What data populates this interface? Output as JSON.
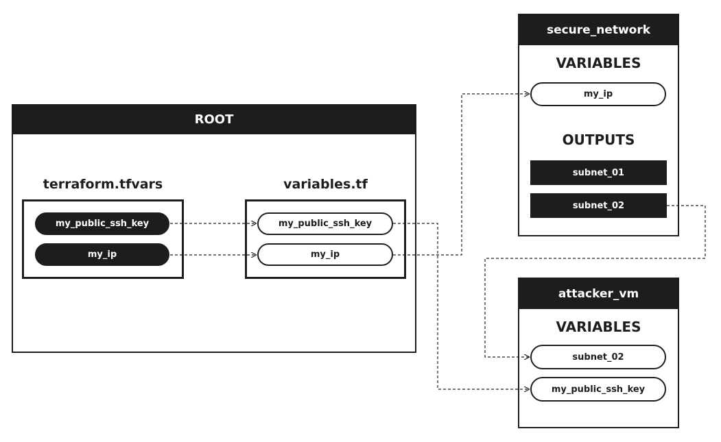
{
  "root": {
    "title": "ROOT",
    "tfvars": {
      "title": "terraform.tfvars",
      "items": [
        "my_public_ssh_key",
        "my_ip"
      ]
    },
    "variables": {
      "title": "variables.tf",
      "items": [
        "my_public_ssh_key",
        "my_ip"
      ]
    }
  },
  "secure_network": {
    "title": "secure_network",
    "variables_heading": "VARIABLES",
    "variables": [
      "my_ip"
    ],
    "outputs_heading": "OUTPUTS",
    "outputs": [
      "subnet_01",
      "subnet_02"
    ]
  },
  "attacker_vm": {
    "title": "attacker_vm",
    "variables_heading": "VARIABLES",
    "variables": [
      "subnet_02",
      "my_public_ssh_key"
    ]
  },
  "colors": {
    "ink": "#1d1d1d",
    "background": "#ffffff"
  }
}
